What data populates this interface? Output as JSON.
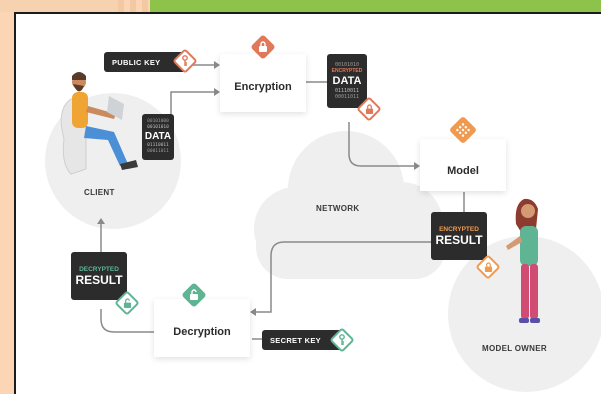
{
  "nodes": {
    "encryption": "Encryption",
    "decryption": "Decryption",
    "model": "Model"
  },
  "keys": {
    "public_key": "PUBLIC KEY",
    "secret_key": "SECRET KEY"
  },
  "regions": {
    "client": "CLIENT",
    "network": "NETWORK",
    "model_owner": "MODEL OWNER"
  },
  "cards": {
    "client_data": {
      "bits_top": "00101000",
      "bits_mid": "00101010",
      "title": "DATA",
      "bits_bot": "01110011",
      "bits_low": "00011011"
    },
    "encrypted_data": {
      "bits_top": "00101010",
      "tag": "ENCRYPTED",
      "title": "DATA",
      "bits_mid": "01110011",
      "bits_bot": "00011011"
    },
    "encrypted_result": {
      "tag": "ENCRYPTED",
      "title": "RESULT"
    },
    "decrypted_result": {
      "tag": "DECRYPTED",
      "title": "RESULT"
    }
  },
  "colors": {
    "orange": "#e0795a",
    "green": "#5fb494",
    "model_orange": "#ef9a4f",
    "dark_card": "#2c2c2c",
    "blob": "#efefef",
    "page_bg": "#fbd5b4",
    "top_green": "#8dc34a"
  },
  "icons": {
    "encryption_lock": "lock-icon",
    "public_key_icon": "key-icon",
    "secret_key_icon": "key-icon",
    "model_icon": "grid-diamond-icon",
    "decryption_unlock": "unlock-icon"
  }
}
